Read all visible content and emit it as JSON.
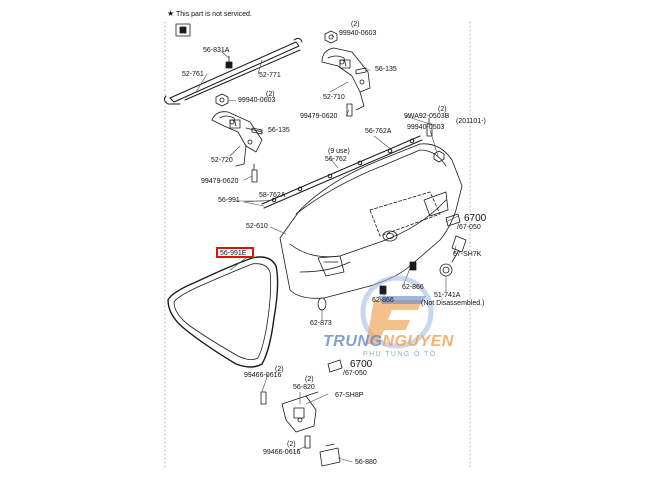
{
  "note": {
    "symbol": "★",
    "text": "This part is not serviced."
  },
  "highlighted_part": "56-991E",
  "logo": {
    "word_part1": "TRUNG",
    "word_part2": "NGUYEN",
    "subtitle": "PHỤ TÙNG Ô TÔ"
  },
  "callouts": {
    "p56831A": "56-831A",
    "p52761": "52-761",
    "p52771": "52-771",
    "p99940_0603_top_qty": "(2)",
    "p99940_0603_top": "99940-0603",
    "p56135_top": "56-135",
    "p52710": "52-710",
    "p99940_0603_left_qty": "(2)",
    "p99940_0603_left": "99940-0603",
    "p56135_left": "56-135",
    "p99479_0620_right": "99479-0620",
    "p56762A_right": "56-762A",
    "p9WA92_qty": "(2)",
    "p9WA92": "9WA92-0503B",
    "p99940_0503": "99940-0503",
    "p201101": "(201101-)",
    "p52720": "52-720",
    "p56762_use": "(9 use)",
    "p56762": "56-762",
    "p99479_0620_left": "99479-0620",
    "p56762A_left": "58-762A",
    "p56991": "56-991",
    "p52610": "52-610",
    "p6700_top": "6700",
    "p67050_top": "/67-050",
    "p67SH7K": "67-SH7K",
    "p62866": "62-866",
    "p62866b": "62-866",
    "p51741A": "51-741A",
    "p51741A_note": "(Not Disassembled.)",
    "p62873": "62-873",
    "p99466_0616_top_qty": "(2)",
    "p99466_0616_top": "99466-0616",
    "p56820_qty": "(2)",
    "p56820": "56-820",
    "p6700_bottom": "6700",
    "p67050_bottom": "/67-050",
    "p67SH8P": "67-SH8P",
    "p99466_0616_bottom_qty": "(2)",
    "p99466_0616_bottom": "99466-0616",
    "p56880": "56-880"
  }
}
